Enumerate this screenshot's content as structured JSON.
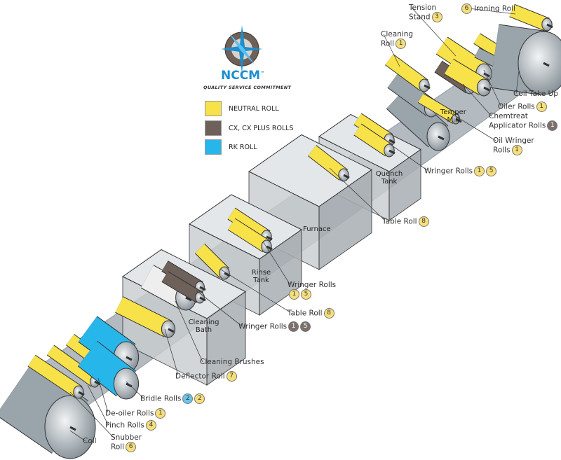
{
  "colors": {
    "neutral": "#f8e24a",
    "cx": "#6d615a",
    "rk": "#27b6ea",
    "badge_neutral": "#f6df7a",
    "badge_cx": "#7c716a",
    "badge_rk": "#6cc6ec",
    "strip": "#9aa4ab",
    "tank": "#c9cdd0"
  },
  "logo": {
    "name": "NCCM",
    "trademark": "™",
    "tagline": "QUALITY SERVICE COMMITMENT",
    "icon": "compass-rose-icon"
  },
  "legend": [
    {
      "label": "NEUTRAL ROLL",
      "color": "#f8e24a"
    },
    {
      "label": "CX, CX PLUS ROLLS",
      "color": "#6d615a"
    },
    {
      "label": "RK ROLL",
      "color": "#27b6ea"
    }
  ],
  "tanks": {
    "quench": "Quench Tank",
    "furnace": "Furnace",
    "rinse": "Rinse Tank",
    "cleaning": "Cleaning Bath",
    "temper": "Temper Mill"
  },
  "callouts": [
    {
      "id": "ironing-roll",
      "text": "Ironing Roll",
      "badges": [
        {
          "n": "6",
          "kind": "neutral"
        }
      ],
      "badge_first": true
    },
    {
      "id": "tension-stand",
      "text": "Tension Stand",
      "badges": [
        {
          "n": "3",
          "kind": "neutral"
        }
      ]
    },
    {
      "id": "cleaning-roll",
      "text": "Cleaning Roll",
      "badges": [
        {
          "n": "1",
          "kind": "neutral"
        }
      ]
    },
    {
      "id": "coil-take-up",
      "text": "Coil Take Up",
      "badges": []
    },
    {
      "id": "oiler-rolls",
      "text": "Oiler Rolls",
      "badges": [
        {
          "n": "1",
          "kind": "neutral"
        }
      ]
    },
    {
      "id": "chemtreat-applicator-rolls",
      "text": "Chemtreat Applicator Rolls",
      "badges": [
        {
          "n": "1",
          "kind": "cx"
        }
      ]
    },
    {
      "id": "oil-wringer-rolls",
      "text": "Oil Wringer Rolls",
      "badges": [
        {
          "n": "1",
          "kind": "neutral"
        }
      ]
    },
    {
      "id": "wringer-rolls-quench",
      "text": "Wringer Rolls",
      "badges": [
        {
          "n": "1",
          "kind": "neutral"
        },
        {
          "n": "5",
          "kind": "neutral"
        }
      ]
    },
    {
      "id": "table-roll-quench",
      "text": "Table Roll",
      "badges": [
        {
          "n": "8",
          "kind": "neutral"
        }
      ]
    },
    {
      "id": "wringer-rolls-rinse",
      "text": "Wringer Rolls",
      "badges": [
        {
          "n": "1",
          "kind": "neutral"
        },
        {
          "n": "5",
          "kind": "neutral"
        }
      ]
    },
    {
      "id": "table-roll-rinse",
      "text": "Table Roll",
      "badges": [
        {
          "n": "8",
          "kind": "neutral"
        }
      ]
    },
    {
      "id": "wringer-rolls-cleaning",
      "text": "Wringer Rolls",
      "badges": [
        {
          "n": "1",
          "kind": "cx"
        },
        {
          "n": "5",
          "kind": "cx"
        }
      ]
    },
    {
      "id": "cleaning-brushes",
      "text": "Cleaning Brushes",
      "badges": []
    },
    {
      "id": "deflector-roll",
      "text": "Deflector Roll",
      "badges": [
        {
          "n": "7",
          "kind": "neutral"
        }
      ]
    },
    {
      "id": "bridle-rolls",
      "text": "Bridle Rolls",
      "badges": [
        {
          "n": "2",
          "kind": "rk"
        },
        {
          "n": "2",
          "kind": "neutral"
        }
      ]
    },
    {
      "id": "de-oiler-rolls",
      "text": "De-oiler Rolls",
      "badges": [
        {
          "n": "1",
          "kind": "neutral"
        }
      ]
    },
    {
      "id": "pinch-rolls",
      "text": "Pinch Rolls",
      "badges": [
        {
          "n": "4",
          "kind": "neutral"
        }
      ]
    },
    {
      "id": "snubber-roll",
      "text": "Snubber Roll",
      "badges": [
        {
          "n": "6",
          "kind": "neutral"
        }
      ]
    },
    {
      "id": "coil",
      "text": "Coil",
      "badges": []
    }
  ]
}
